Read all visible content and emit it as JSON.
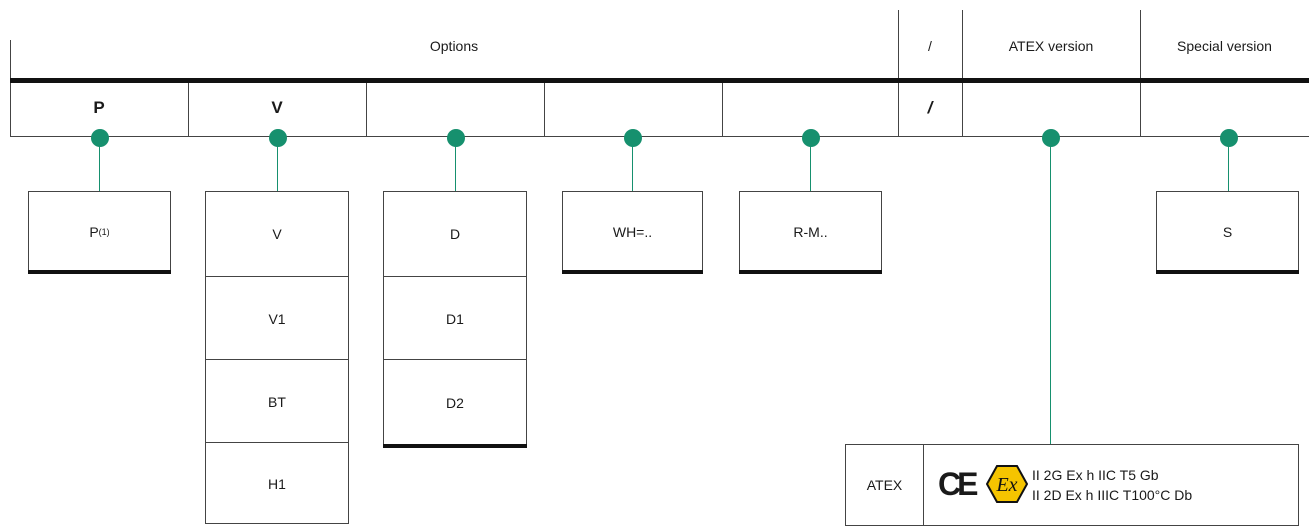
{
  "header": {
    "options": "Options",
    "separator": "/",
    "atex_version": "ATEX version",
    "special_version": "Special version"
  },
  "codes": {
    "p": "P",
    "v": "V",
    "slash": "/"
  },
  "boxes": {
    "p": {
      "label": "P",
      "superscript": "(1)"
    },
    "v": [
      "V",
      "V1",
      "BT",
      "H1"
    ],
    "d": [
      "D",
      "D1",
      "D2"
    ],
    "wh": "WH=..",
    "rm": "R-M..",
    "s": "S"
  },
  "atex": {
    "label": "ATEX",
    "ce_mark": "CE",
    "ex_mark": "Ex",
    "line1": "II 2G Ex h IIC T5 Gb",
    "line2": "II 2D Ex h IIIC T100°C Db"
  },
  "colors": {
    "connector": "#16906e",
    "ex_yellow": "#f5c400"
  }
}
